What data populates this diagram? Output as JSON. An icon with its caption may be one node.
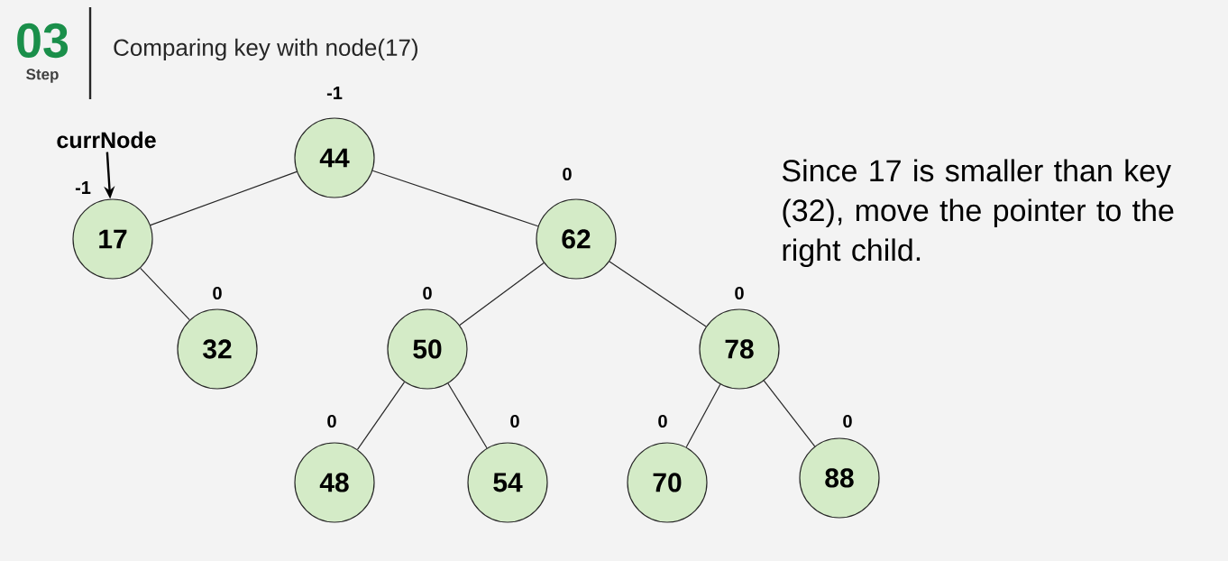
{
  "diagram": {
    "title": "Comparing key with node(17)",
    "nodes": [
      {
        "text": [
          "44"
        ],
        "beside": [
          "-1"
        ]
      },
      {
        "text": [
          "17"
        ],
        "beside": [
          "-1"
        ]
      },
      {
        "text": [
          "62"
        ],
        "beside": [
          "0"
        ]
      },
      {
        "text": [
          "32"
        ],
        "beside": [
          "0"
        ]
      },
      {
        "text": [
          "50"
        ],
        "beside": [
          "0"
        ]
      },
      {
        "text": [
          "78"
        ],
        "beside": [
          "0"
        ]
      },
      {
        "text": [
          "48"
        ],
        "beside": [
          "0"
        ]
      },
      {
        "text": [
          "54"
        ],
        "beside": [
          "0"
        ]
      },
      {
        "text": [
          "70"
        ],
        "beside": [
          "0"
        ]
      },
      {
        "text": [
          "88"
        ],
        "beside": [
          "0"
        ]
      },
      {
        "text": [
          "currNode"
        ]
      }
    ],
    "edges": [
      {
        "from": 0,
        "to": 1,
        "arrow": "none"
      },
      {
        "from": 0,
        "to": 2,
        "arrow": "none"
      },
      {
        "from": 1,
        "to": 3,
        "arrow": "none"
      },
      {
        "from": 2,
        "to": 4,
        "arrow": "none"
      },
      {
        "from": 2,
        "to": 5,
        "arrow": "none"
      },
      {
        "from": 4,
        "to": 6,
        "arrow": "none"
      },
      {
        "from": 4,
        "to": 7,
        "arrow": "none"
      },
      {
        "from": 5,
        "to": 8,
        "arrow": "none"
      },
      {
        "from": 5,
        "to": 9,
        "arrow": "none"
      },
      {
        "from": 10,
        "to": 1,
        "arrow": "to"
      }
    ],
    "labels": [
      "03",
      "Step",
      "Since 17 is smaller than key (32), move the pointer to the right child."
    ]
  }
}
